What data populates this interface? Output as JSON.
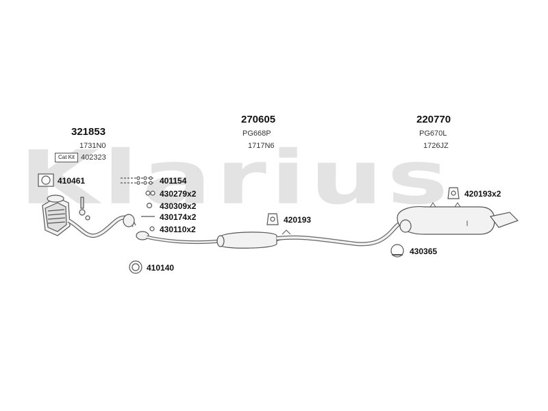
{
  "watermark": "Klarius",
  "groups": [
    {
      "code": "321853",
      "ref1": "1731N0",
      "catkit_label": "Cat Kit",
      "catkit_code": "402323"
    },
    {
      "code": "270605",
      "ref1": "PG668P",
      "ref2": "1717N6"
    },
    {
      "code": "220770",
      "ref1": "PG670L",
      "ref2": "1726JZ"
    }
  ],
  "parts": {
    "p410461": "410461",
    "p401154": "401154",
    "p430279": "430279x2",
    "p430309": "430309x2",
    "p430174": "430174x2",
    "p430110": "430110x2",
    "p410140": "410140",
    "p420193": "420193",
    "p430365": "430365",
    "p420193x2": "420193x2"
  },
  "colors": {
    "line": "#555555",
    "fill": "#f2f2f2",
    "watermark": "#e3e3e3"
  }
}
